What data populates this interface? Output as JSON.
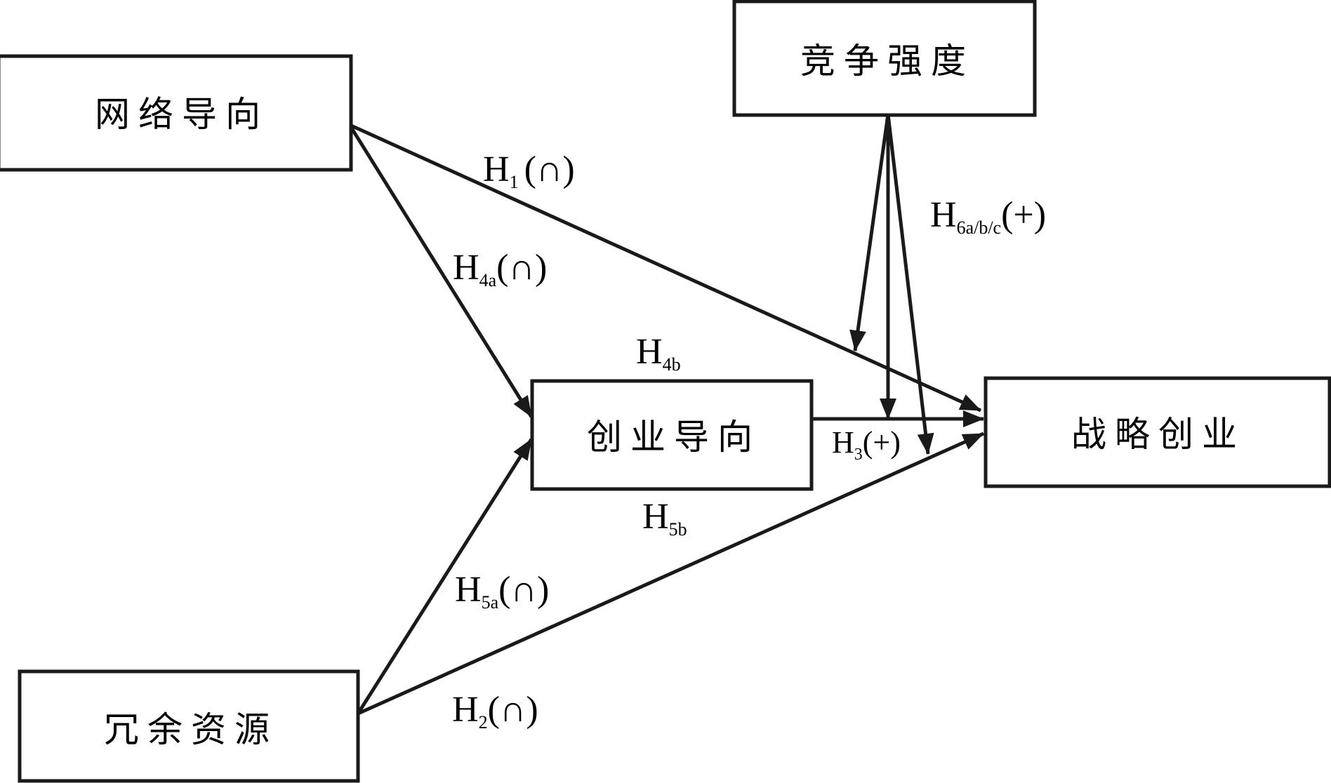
{
  "diagram": {
    "type": "research-model",
    "nodes": [
      {
        "id": "network_orientation",
        "label": "网络导向"
      },
      {
        "id": "competition_intensity",
        "label": "竞争强度"
      },
      {
        "id": "entrepreneurial_orientation",
        "label": "创业导向"
      },
      {
        "id": "strategic_entrepreneurship",
        "label": "战略创业"
      },
      {
        "id": "slack_resources",
        "label": "冗余资源"
      }
    ],
    "edges": [
      {
        "id": "h1",
        "from": "network_orientation",
        "to": "strategic_entrepreneurship",
        "hyp": "H",
        "sub": "1",
        "sign": "(∩)"
      },
      {
        "id": "h4a",
        "from": "network_orientation",
        "to": "entrepreneurial_orientation",
        "hyp": "H",
        "sub": "4a",
        "sign": "(∩)"
      },
      {
        "id": "h5a",
        "from": "slack_resources",
        "to": "entrepreneurial_orientation",
        "hyp": "H",
        "sub": "5a",
        "sign": "(∩)"
      },
      {
        "id": "h2",
        "from": "slack_resources",
        "to": "strategic_entrepreneurship",
        "hyp": "H",
        "sub": "2",
        "sign": "(∩)"
      },
      {
        "id": "h3",
        "from": "entrepreneurial_orientation",
        "to": "strategic_entrepreneurship",
        "hyp": "H",
        "sub": "3",
        "sign": "(+)"
      },
      {
        "id": "h6",
        "from": "competition_intensity",
        "to": "moderation",
        "hyp": "H",
        "sub": "6a/b/c",
        "sign": "(+)"
      }
    ],
    "mediation_labels": [
      {
        "id": "h4b",
        "hyp": "H",
        "sub": "4b",
        "sign": ""
      },
      {
        "id": "h5b",
        "hyp": "H",
        "sub": "5b",
        "sign": ""
      }
    ]
  }
}
